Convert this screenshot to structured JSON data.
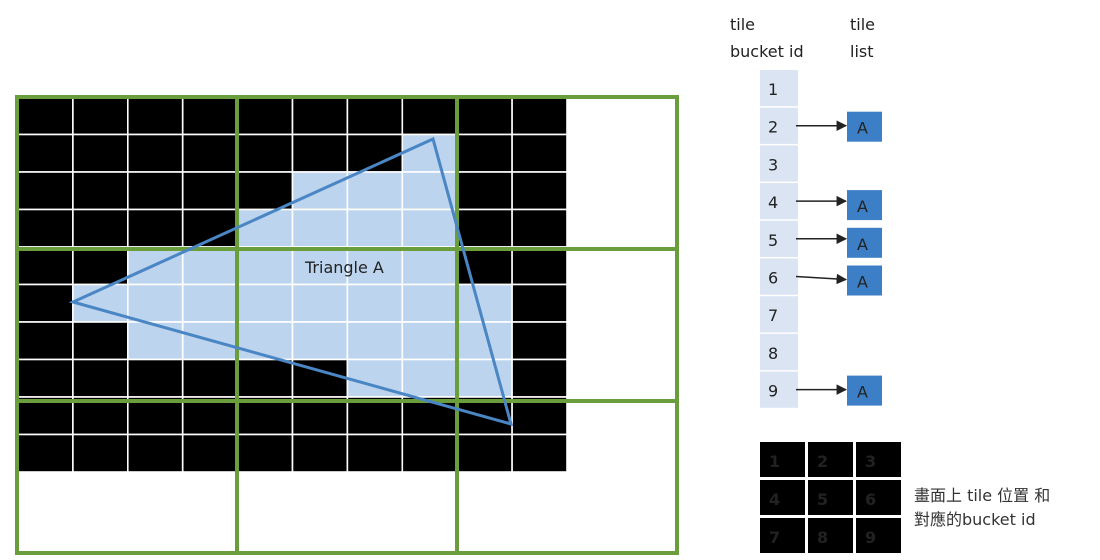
{
  "raster": {
    "rows": 10,
    "cols": 10
  },
  "coverage": [
    [
      0,
      0,
      0,
      0,
      0,
      0,
      0,
      0,
      0,
      0
    ],
    [
      0,
      0,
      0,
      0,
      0,
      0,
      0,
      1,
      0,
      0
    ],
    [
      0,
      0,
      0,
      0,
      0,
      1,
      1,
      1,
      0,
      0
    ],
    [
      0,
      0,
      0,
      0,
      1,
      1,
      1,
      1,
      0,
      0
    ],
    [
      0,
      0,
      1,
      1,
      1,
      1,
      1,
      1,
      0,
      0
    ],
    [
      0,
      1,
      1,
      1,
      1,
      1,
      1,
      1,
      1,
      0
    ],
    [
      0,
      0,
      1,
      1,
      1,
      1,
      1,
      1,
      1,
      0
    ],
    [
      0,
      0,
      0,
      0,
      0,
      0,
      1,
      1,
      1,
      0
    ],
    [
      0,
      0,
      0,
      0,
      0,
      0,
      0,
      0,
      0,
      0
    ],
    [
      0,
      0,
      0,
      0,
      0,
      0,
      0,
      0,
      0,
      0
    ]
  ],
  "triangle": {
    "label": "Triangle A"
  },
  "table": {
    "col1_header_line1": "tile",
    "col1_header_line2": "bucket id",
    "col2_header_line1": "tile",
    "col2_header_line2": "list",
    "bucket_ids": [
      "1",
      "2",
      "3",
      "4",
      "5",
      "6",
      "7",
      "8",
      "9"
    ],
    "entries": [
      "",
      "A",
      "",
      "A",
      "A",
      "A",
      "",
      "",
      "A"
    ]
  },
  "legend": {
    "ids": [
      "1",
      "2",
      "3",
      "4",
      "5",
      "6",
      "7",
      "8",
      "9"
    ],
    "caption_line1": "畫面上 tile 位置 和",
    "caption_line2": "對應的bucket id"
  },
  "colors": {
    "pixel_off": "#000000",
    "pixel_on": "#bcd4ee",
    "pixel_grid": "#ffffff",
    "tile_border": "#6a9e3c",
    "triangle_stroke": "#4a86c4",
    "triangle_label": "#4a86c4",
    "bucket_cell": "#dbe4f3",
    "entry_box": "#3d7fc6",
    "entry_text": "#ffffff",
    "legend_cell": "#000000",
    "legend_text": "#ffffff"
  }
}
